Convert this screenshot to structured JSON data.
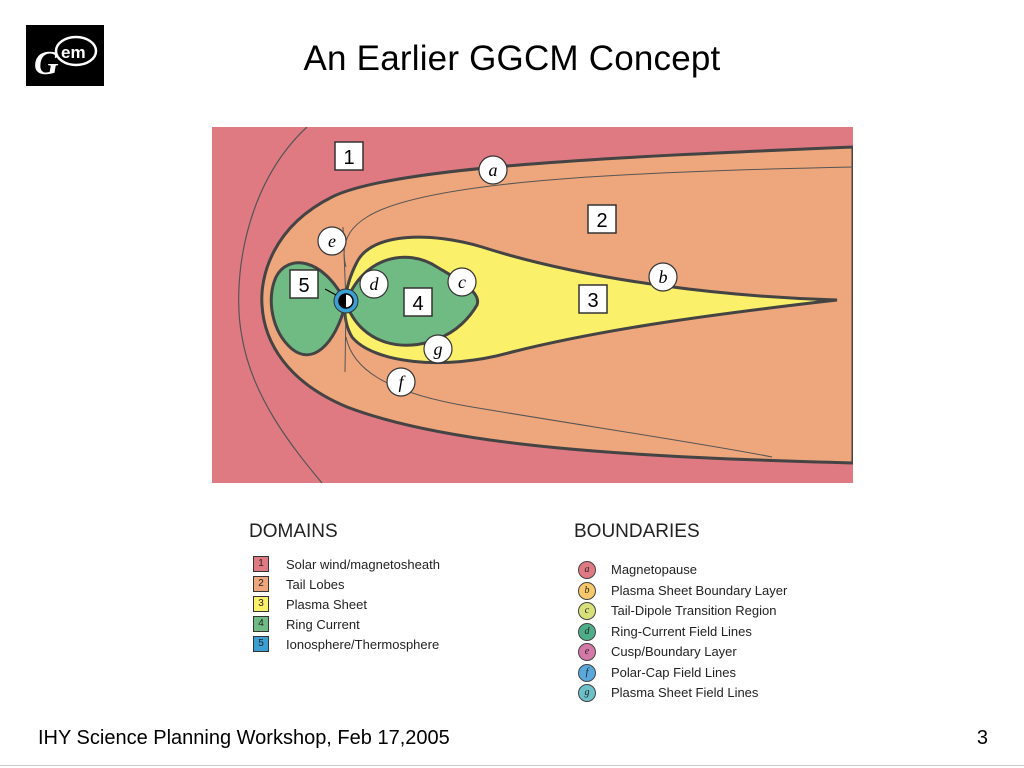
{
  "slide": {
    "title": "An Earlier GGCM Concept",
    "logo_text": "Gem",
    "footer_left": "IHY Science Planning Workshop, Feb 17,2005",
    "page_number": "3"
  },
  "colors": {
    "solar_wind": "#e07a82",
    "tail_lobes": "#eea67c",
    "plasma_sheet": "#fbf06a",
    "ring_current": "#6fbb83",
    "ionosphere": "#3c9fd3",
    "boundary_line": "#444444"
  },
  "diagram": {
    "domain_labels": [
      "1",
      "2",
      "3",
      "4",
      "5"
    ],
    "boundary_labels": [
      "a",
      "b",
      "c",
      "d",
      "e",
      "f",
      "g"
    ]
  },
  "legend": {
    "domains_heading": "DOMAINS",
    "boundaries_heading": "BOUNDARIES",
    "domains": [
      {
        "num": "1",
        "label": "Solar wind/magnetosheath",
        "color": "#e07a82"
      },
      {
        "num": "2",
        "label": "Tail Lobes",
        "color": "#eea67c"
      },
      {
        "num": "3",
        "label": "Plasma Sheet",
        "color": "#fbf06a"
      },
      {
        "num": "4",
        "label": "Ring Current",
        "color": "#6fbb83"
      },
      {
        "num": "5",
        "label": "Ionosphere/Thermosphere",
        "color": "#3c9fd3"
      }
    ],
    "boundaries": [
      {
        "letter": "a",
        "label": "Magnetopause",
        "color": "#e07a82"
      },
      {
        "letter": "b",
        "label": "Plasma Sheet Boundary Layer",
        "color": "#f6c86a"
      },
      {
        "letter": "c",
        "label": "Tail-Dipole Transition Region",
        "color": "#d8e07a"
      },
      {
        "letter": "d",
        "label": "Ring-Current Field Lines",
        "color": "#4fae8a"
      },
      {
        "letter": "e",
        "label": "Cusp/Boundary Layer",
        "color": "#d478a8"
      },
      {
        "letter": "f",
        "label": "Polar-Cap Field Lines",
        "color": "#58a8dc"
      },
      {
        "letter": "g",
        "label": "Plasma Sheet Field Lines",
        "color": "#6cc0c8"
      }
    ]
  }
}
